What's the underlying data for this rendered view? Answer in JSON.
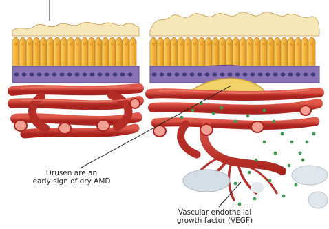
{
  "labels": {
    "drusen_line1": "Drusen are an",
    "drusen_line2": "early sign of dry AMD",
    "vegf_line1": "Vascular endothelial",
    "vegf_line2": "growth factor (VEGF)"
  },
  "colors": {
    "photoreceptor_cell": "#f4b43a",
    "photoreceptor_outline": "#b8781f",
    "rpe_layer": "#8a72b4",
    "rpe_nucleus": "#3f3a78",
    "drusen_deposit": "#f1d36a",
    "choroid_vessel": "#c8332c",
    "vessel_highlight": "#ec7a6a",
    "vegf_dot": "#3f9a55",
    "fluid_blob": "#d4dde5"
  }
}
